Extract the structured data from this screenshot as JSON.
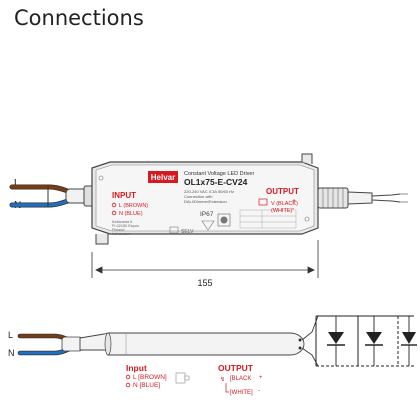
{
  "page": {
    "title": "Connections"
  },
  "device": {
    "brand": "Helvar",
    "description": "Constant Voltage LED Driver",
    "model": "OL1x75-E-CV24",
    "spec_lines": [
      "220-240 VAC 0.3A  50/60 Hz",
      "Connection with",
      "DALI/Dimmer/Extension"
    ],
    "ip_rating": "IP67",
    "address_lines": [
      "Keilaranta 5",
      "FI-02150 Espoo",
      "Finland",
      "helvar.com"
    ],
    "marks": "SELV",
    "input_heading": "INPUT",
    "input_terminals": [
      "L (BROWN)",
      "N (BLUE)"
    ],
    "output_heading": "OUTPUT",
    "output_terminals": [
      "V (BLACK)",
      "(WHITE)"
    ],
    "output_signs": [
      "+",
      "-"
    ]
  },
  "wires_left": [
    "L",
    "N"
  ],
  "dimension": {
    "value": "155"
  },
  "schematic": {
    "wires_left": [
      "L",
      "N"
    ],
    "input_heading": "Input",
    "input_terminals": [
      "L [BROWN]",
      "N [BLUE]"
    ],
    "output_heading": "OUTPUT",
    "output_terminals": [
      "[BLACK",
      "[WHITE]"
    ],
    "output_signs": [
      "+",
      "-"
    ]
  },
  "colors": {
    "brand_red": "#d71920",
    "wire_brown": "#7a3c12",
    "wire_blue": "#1f6fc2",
    "housing": "#e6e6e6",
    "outline": "#555555"
  }
}
